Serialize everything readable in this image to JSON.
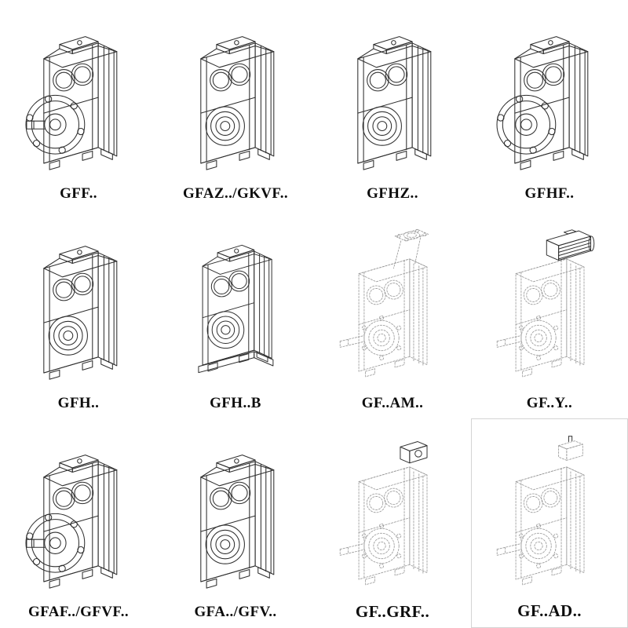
{
  "colors": {
    "line": "#2f2f2f",
    "dashed_line": "#9b9b9b",
    "text": "#0d0d0d",
    "background": "#ffffff",
    "cell_border": "#d4d4d4"
  },
  "cells": [
    {
      "label": "GFF..",
      "drawing": "helical-gearbox-output-flange-solid-shaft"
    },
    {
      "label": "GFAZ../GKVF..",
      "drawing": "helical-gearbox-hollow-shaft"
    },
    {
      "label": "GFHZ..",
      "drawing": "helical-gearbox-hollow-shaft-shrink-disc"
    },
    {
      "label": "GFHF..",
      "drawing": "helical-gearbox-output-flange-hollow-shaft"
    },
    {
      "label": "GFH..",
      "drawing": "helical-gearbox-hollow-shaft"
    },
    {
      "label": "GFH..B",
      "drawing": "helical-gearbox-hollow-shaft-foot-mounted"
    },
    {
      "label": "GF..AM..",
      "drawing": "phantom-gearbox-iec-motor-flange-adapter"
    },
    {
      "label": "GF..Y..",
      "drawing": "phantom-gearbox-with-motor"
    },
    {
      "label": "GFAF../GFVF..",
      "drawing": "helical-gearbox-output-flange-solid-shaft"
    },
    {
      "label": "GFA../GFV..",
      "drawing": "helical-gearbox-hollow-shaft"
    },
    {
      "label": "GF..GRF..",
      "drawing": "phantom-gearbox-input-block"
    },
    {
      "label": "GF..AD..",
      "drawing": "phantom-gearbox-shaft-adapter"
    }
  ]
}
